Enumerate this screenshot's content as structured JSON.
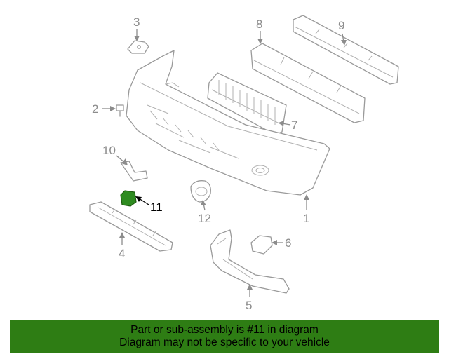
{
  "callouts": {
    "c1": "1",
    "c2": "2",
    "c3": "3",
    "c4": "4",
    "c5": "5",
    "c6": "6",
    "c7": "7",
    "c8": "8",
    "c9": "9",
    "c10": "10",
    "c11": "11",
    "c12": "12"
  },
  "highlight": {
    "part": "11",
    "color": "#2e8b20"
  },
  "banner": {
    "line1": "Part or sub-assembly is #11 in diagram",
    "line2": "Diagram may not be specific to your vehicle",
    "background": "#2e7d14"
  }
}
